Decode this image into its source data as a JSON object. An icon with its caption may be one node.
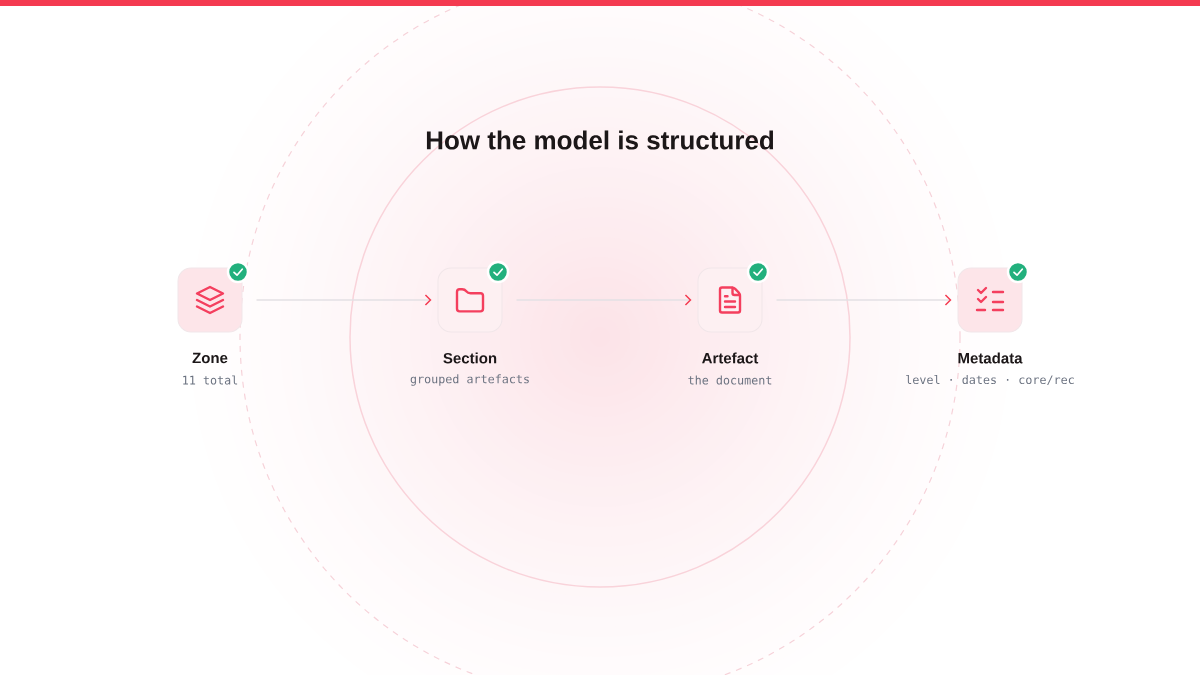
{
  "diagram": {
    "title": "How the model is structured",
    "nodes": [
      {
        "text": [
          "Zone",
          "11 total"
        ]
      },
      {
        "text": [
          "Section",
          "grouped artefacts"
        ]
      },
      {
        "text": [
          "Artefact",
          "the document"
        ]
      },
      {
        "text": [
          "Metadata",
          "level · dates · core/rec"
        ]
      }
    ],
    "edges": [
      {
        "from": 0,
        "to": 1,
        "arrow": "to"
      },
      {
        "from": 1,
        "to": 2,
        "arrow": "to"
      },
      {
        "from": 2,
        "to": 3,
        "arrow": "to"
      }
    ]
  }
}
